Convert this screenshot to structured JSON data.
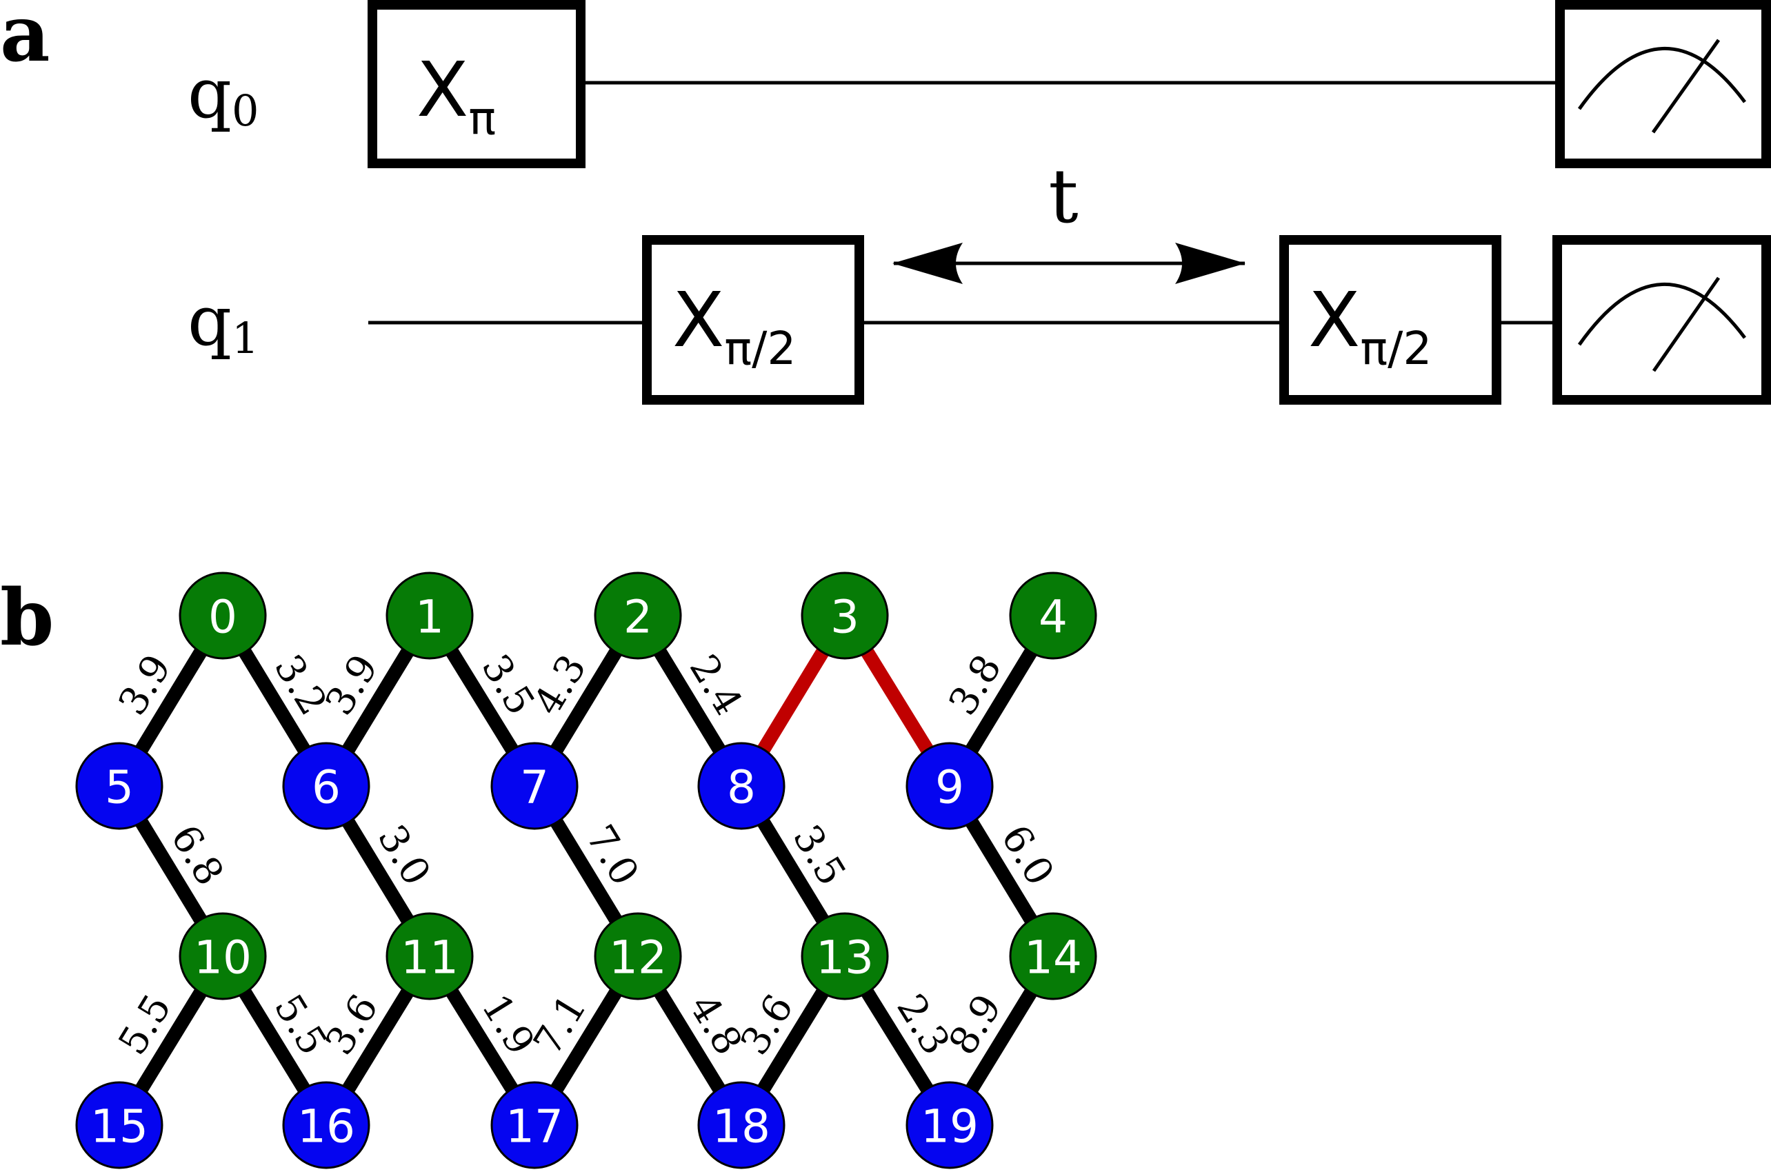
{
  "panel_a": {
    "label": "a",
    "qubits": [
      {
        "name": "q",
        "sub": "0"
      },
      {
        "name": "q",
        "sub": "1"
      }
    ],
    "gates": {
      "q0_gate": {
        "main": "X",
        "sub": "π"
      },
      "q1_gate1": {
        "main": "X",
        "sub": "π/2"
      },
      "q1_gate2": {
        "main": "X",
        "sub": "π/2"
      }
    },
    "delay_label": "t"
  },
  "panel_b": {
    "label": "b",
    "colors": {
      "green_node": "#067b06",
      "blue_node": "#0505f0",
      "edge": "#000000",
      "highlight_edge": "#c00000"
    },
    "nodes": [
      {
        "id": "0",
        "color": "green"
      },
      {
        "id": "1",
        "color": "green"
      },
      {
        "id": "2",
        "color": "green"
      },
      {
        "id": "3",
        "color": "green"
      },
      {
        "id": "4",
        "color": "green"
      },
      {
        "id": "5",
        "color": "blue"
      },
      {
        "id": "6",
        "color": "blue"
      },
      {
        "id": "7",
        "color": "blue"
      },
      {
        "id": "8",
        "color": "blue"
      },
      {
        "id": "9",
        "color": "blue"
      },
      {
        "id": "10",
        "color": "green"
      },
      {
        "id": "11",
        "color": "green"
      },
      {
        "id": "12",
        "color": "green"
      },
      {
        "id": "13",
        "color": "green"
      },
      {
        "id": "14",
        "color": "green"
      },
      {
        "id": "15",
        "color": "blue"
      },
      {
        "id": "16",
        "color": "blue"
      },
      {
        "id": "17",
        "color": "blue"
      },
      {
        "id": "18",
        "color": "blue"
      },
      {
        "id": "19",
        "color": "blue"
      }
    ],
    "edges": [
      {
        "from": "0",
        "to": "5",
        "label": "3.9",
        "highlight": false
      },
      {
        "from": "0",
        "to": "6",
        "label": "3.2",
        "highlight": false
      },
      {
        "from": "1",
        "to": "6",
        "label": "3.9",
        "highlight": false
      },
      {
        "from": "1",
        "to": "7",
        "label": "3.5",
        "highlight": false
      },
      {
        "from": "2",
        "to": "7",
        "label": "4.3",
        "highlight": false
      },
      {
        "from": "2",
        "to": "8",
        "label": "2.4",
        "highlight": false
      },
      {
        "from": "3",
        "to": "8",
        "label": "",
        "highlight": true
      },
      {
        "from": "3",
        "to": "9",
        "label": "",
        "highlight": true
      },
      {
        "from": "4",
        "to": "9",
        "label": "3.8",
        "highlight": false
      },
      {
        "from": "5",
        "to": "10",
        "label": "6.8",
        "highlight": false
      },
      {
        "from": "6",
        "to": "11",
        "label": "3.0",
        "highlight": false
      },
      {
        "from": "7",
        "to": "12",
        "label": "7.0",
        "highlight": false
      },
      {
        "from": "8",
        "to": "13",
        "label": "3.5",
        "highlight": false
      },
      {
        "from": "9",
        "to": "14",
        "label": "6.0",
        "highlight": false
      },
      {
        "from": "10",
        "to": "15",
        "label": "5.5",
        "highlight": false
      },
      {
        "from": "10",
        "to": "16",
        "label": "5.5",
        "highlight": false
      },
      {
        "from": "11",
        "to": "16",
        "label": "3.6",
        "highlight": false
      },
      {
        "from": "11",
        "to": "17",
        "label": "1.9",
        "highlight": false
      },
      {
        "from": "12",
        "to": "17",
        "label": "7.1",
        "highlight": false
      },
      {
        "from": "12",
        "to": "18",
        "label": "4.8",
        "highlight": false
      },
      {
        "from": "13",
        "to": "18",
        "label": "3.6",
        "highlight": false
      },
      {
        "from": "13",
        "to": "19",
        "label": "2.3",
        "highlight": false
      },
      {
        "from": "14",
        "to": "19",
        "label": "8.9",
        "highlight": false
      }
    ]
  }
}
